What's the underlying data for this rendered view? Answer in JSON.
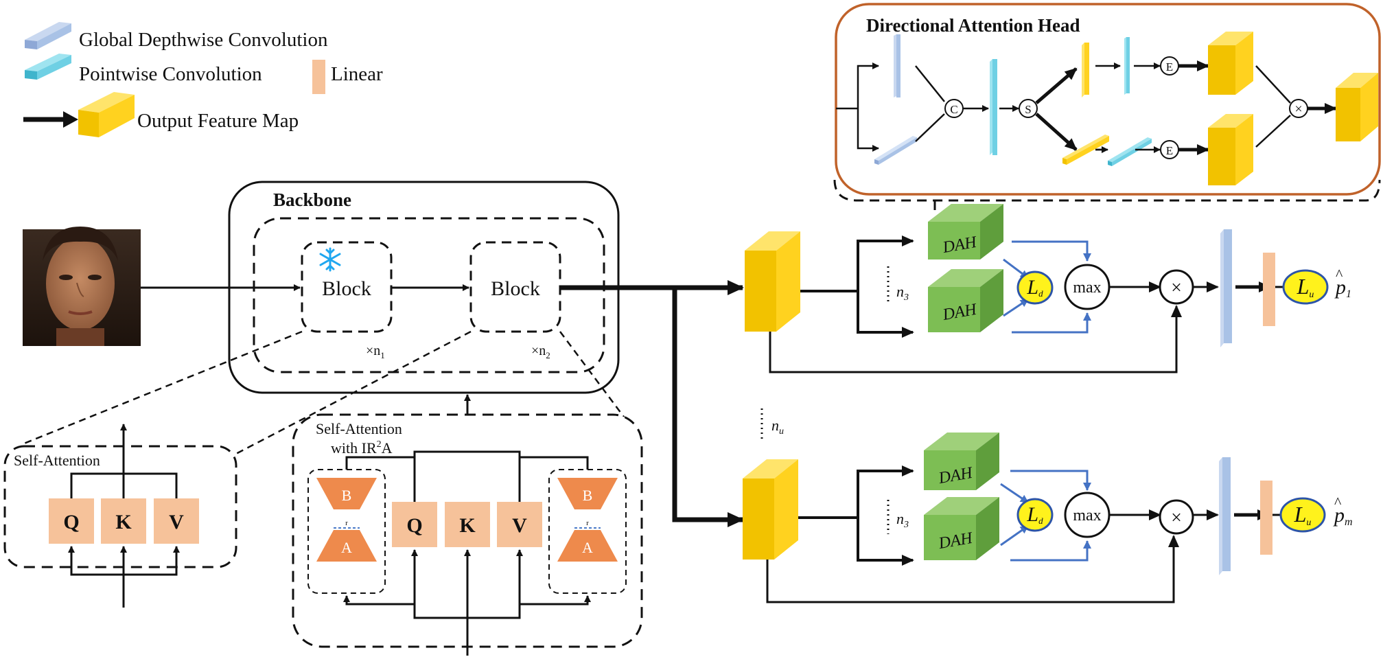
{
  "legend": {
    "global_depthwise_conv": "Global Depthwise Convolution",
    "pointwise_conv": "Pointwise Convolution",
    "linear": "Linear",
    "output_feature_map": "Output Feature Map"
  },
  "backbone": {
    "title": "Backbone",
    "block_label": "Block",
    "repeat_1_prefix": "×n",
    "repeat_1_sub": "1",
    "repeat_2_prefix": "×n",
    "repeat_2_sub": "2"
  },
  "self_attention": {
    "title": "Self-Attention",
    "q": "Q",
    "k": "K",
    "v": "V"
  },
  "self_attention_ir2a": {
    "title_line1": "Self-Attention",
    "title_line2_prefix": "with IR",
    "title_line2_sup": "2",
    "title_line2_suffix": "A",
    "b": "B",
    "a": "A",
    "r": "r",
    "q": "Q",
    "k": "K",
    "v": "V"
  },
  "dah_box": {
    "title": "Directional Attention Head",
    "c": "C",
    "s": "S",
    "e": "E",
    "times": "×"
  },
  "branches": {
    "dah_label": "DAH",
    "max_label": "max",
    "loss_d_main": "L",
    "loss_d_sub": "d",
    "loss_u_main": "L",
    "loss_u_sub": "u",
    "times": "×",
    "n3_main": "n",
    "n3_sub": "3",
    "nu_main": "n",
    "nu_sub": "u",
    "p1_main": "p",
    "p1_sub": "1",
    "pm_main": "p",
    "pm_sub": "m"
  },
  "colors": {
    "yellow": "#FFD21F",
    "green": "#7DBE54",
    "linear": "#F6C29A",
    "pointwise": "#6FD0E4",
    "depthwise": "#A9C2E6",
    "lora": "#EE8A4C",
    "loss_fill": "#FFF21C",
    "loss_stroke": "#2C54A8",
    "blue_arrow": "#4472C4",
    "orange_frame": "#C0622A"
  }
}
